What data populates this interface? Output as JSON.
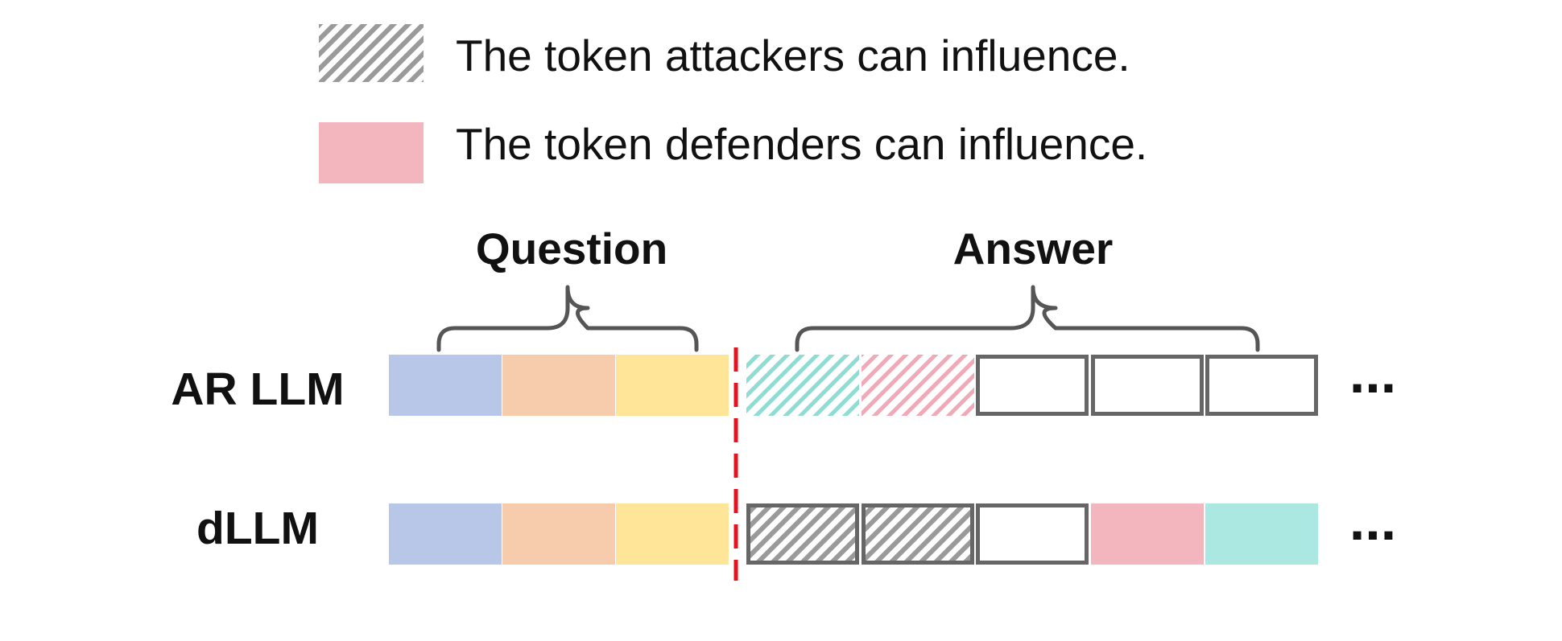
{
  "legend": {
    "attacker_text": "The token attackers can influence.",
    "defender_text": "The token defenders can influence."
  },
  "headers": {
    "question": "Question",
    "answer": "Answer"
  },
  "rows": [
    {
      "label": "AR LLM",
      "question_tokens": [
        "blue",
        "orange",
        "yellow"
      ],
      "answer_tokens": [
        "hatch-teal",
        "hatch-pink",
        "empty",
        "empty",
        "empty"
      ],
      "ellipsis": "..."
    },
    {
      "label": "dLLM",
      "question_tokens": [
        "blue",
        "orange",
        "yellow"
      ],
      "answer_tokens": [
        "hatch-gray",
        "hatch-gray",
        "empty",
        "pink",
        "teal"
      ],
      "ellipsis": "..."
    }
  ],
  "colors": {
    "blue": "#b8c7e8",
    "orange": "#f7ccad",
    "yellow": "#fee598",
    "pink": "#f4b6be",
    "teal": "#aae8e1",
    "hatch_gray": "#9a9a9a",
    "hatch_teal": "#8fdcd3",
    "hatch_pink": "#f0a9b6",
    "outline": "#666666",
    "brace": "#555555",
    "divider": "#e8121d"
  }
}
